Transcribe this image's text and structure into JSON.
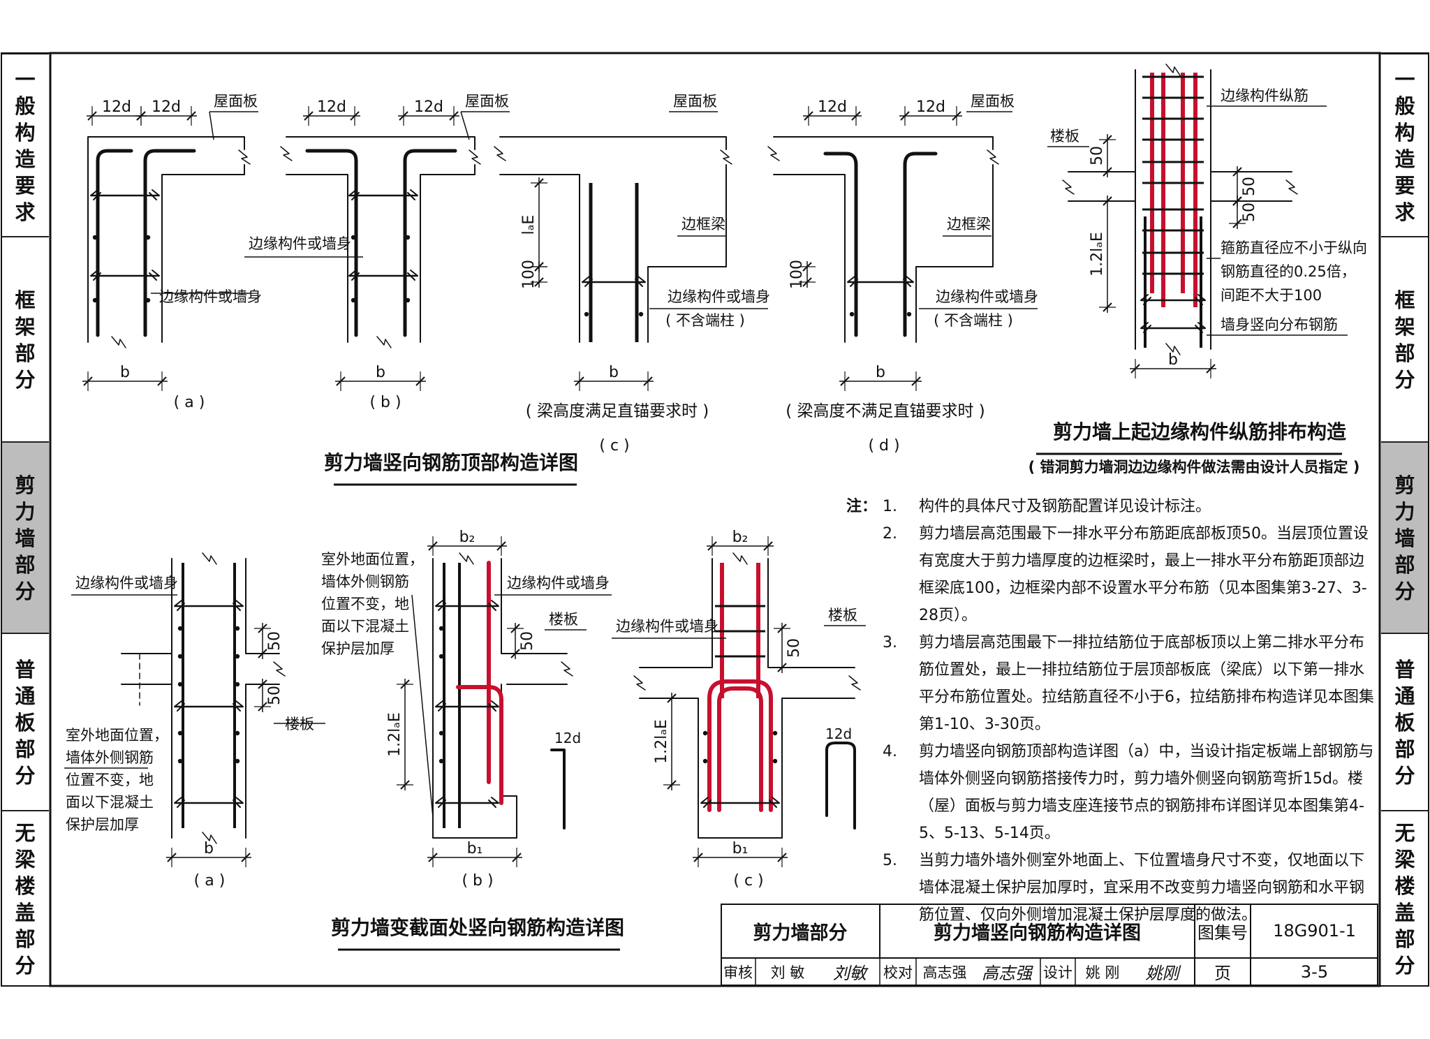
{
  "sidebar_left": [
    {
      "label": "一般构造要求",
      "active": false
    },
    {
      "label": "框架部分",
      "active": false
    },
    {
      "label": "剪力墙部分",
      "active": true
    },
    {
      "label": "普通板部分",
      "active": false
    },
    {
      "label": "无梁楼盖部分",
      "active": false
    }
  ],
  "sidebar_right": [
    {
      "label": "一般构造要求",
      "active": false
    },
    {
      "label": "框架部分",
      "active": false
    },
    {
      "label": "剪力墙部分",
      "active": true
    },
    {
      "label": "普通板部分",
      "active": false
    },
    {
      "label": "无梁楼盖部分",
      "active": false
    }
  ],
  "colors": {
    "rebar_red": "#c8102e",
    "ink": "#111111",
    "active_tab": "#bdbdbd"
  },
  "top_section": {
    "title": "剪力墙竖向钢筋顶部构造详图",
    "dim_12d": "12d",
    "dim_b": "b",
    "roof_slab": "屋面板",
    "edge_or_wall": "边缘构件或墙身",
    "edge_beam": "边框梁",
    "no_end_column": "( 不含端柱 )",
    "lae": "lₐE",
    "dim_100": "100",
    "captions": {
      "a": "( a )",
      "b": "( b )",
      "c": "( c )",
      "d": "( d )",
      "c_sub": "( 梁高度满足直锚要求时 )",
      "d_sub": "( 梁高度不满足直锚要求时 )"
    }
  },
  "edge_section": {
    "title": "剪力墙上起边缘构件纵筋排布构造",
    "subtitle": "( 错洞剪力墙洞边边缘构件做法需由设计人员指定 )",
    "floor_slab": "楼板",
    "edge_longitudinal": "边缘构件纵筋",
    "stirrup_note": [
      "箍筋直径应不小于纵向",
      "钢筋直径的0.25倍，",
      "间距不大于100"
    ],
    "wall_vertical": "墙身竖向分布钢筋",
    "dim_50": "50",
    "lae_12": "1.2lₐE",
    "dim_b": "b"
  },
  "bottom_section": {
    "title": "剪力墙变截面处竖向钢筋构造详图",
    "edge_or_wall": "边缘构件或墙身",
    "floor_slab": "楼板",
    "outdoor_note": [
      "室外地面位置，",
      "墙体外侧钢筋",
      "位置不变，地",
      "面以下混凝土",
      "保护层加厚"
    ],
    "dim_50": "50",
    "dim_12d": "12d",
    "lae_12": "1.2lₐE",
    "b": "b",
    "b1": "b₁",
    "b2": "b₂",
    "captions": {
      "a": "( a )",
      "b": "( b )",
      "c": "( c )"
    }
  },
  "notes": {
    "heading": "注：",
    "items": [
      {
        "num": "1.",
        "text": "构件的具体尺寸及钢筋配置详见设计标注。"
      },
      {
        "num": "2.",
        "text": "剪力墙层高范围最下一排水平分布筋距底部板顶50。当层顶位置设有宽度大于剪力墙厚度的边框梁时，最上一排水平分布筋距顶部边框梁底100，边框梁内部不设置水平分布筋（见本图集第3-27、3-28页）。"
      },
      {
        "num": "3.",
        "text": "剪力墙层高范围最下一排拉结筋位于底部板顶以上第二排水平分布筋位置处，最上一排拉结筋位于层顶部板底（梁底）以下第一排水平分布筋位置处。拉结筋直径不小于6，拉结筋排布构造详见本图集第1-10、3-30页。"
      },
      {
        "num": "4.",
        "text": "剪力墙竖向钢筋顶部构造详图（a）中，当设计指定板端上部钢筋与墙体外侧竖向钢筋搭接传力时，剪力墙外侧竖向钢筋弯折15d。楼（屋）面板与剪力墙支座连接节点的钢筋排布详图详见本图集第4-5、5-13、5-14页。"
      },
      {
        "num": "5.",
        "text": "当剪力墙外墙外侧室外地面上、下位置墙身尺寸不变，仅地面以下墙体混凝土保护层加厚时，宜采用不改变剪力墙竖向钢筋和水平钢筋位置、仅向外侧增加混凝土保护层厚度的做法。"
      }
    ]
  },
  "title_block": {
    "section": "剪力墙部分",
    "drawing_title": "剪力墙竖向钢筋构造详图",
    "atlas_label": "图集号",
    "atlas_no": "18G901-1",
    "review_label": "审核",
    "reviewer": "刘 敏",
    "reviewer_sig": "刘敏",
    "check_label": "校对",
    "checker": "高志强",
    "checker_sig": "高志强",
    "design_label": "设计",
    "designer": "姚 刚",
    "designer_sig": "姚刚",
    "page_label": "页",
    "page_no": "3-5"
  }
}
